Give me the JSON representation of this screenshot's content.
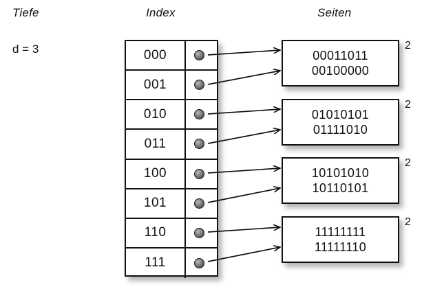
{
  "diagram": {
    "title_columns": {
      "depth": "Tiefe",
      "index": "Index",
      "pages": "Seiten"
    },
    "depth": {
      "label": "d = 3"
    },
    "index_table": {
      "rows": [
        {
          "key": "000",
          "pointer_icon": "pointer-dot-icon",
          "target_page": 0
        },
        {
          "key": "001",
          "pointer_icon": "pointer-dot-icon",
          "target_page": 0
        },
        {
          "key": "010",
          "pointer_icon": "pointer-dot-icon",
          "target_page": 1
        },
        {
          "key": "011",
          "pointer_icon": "pointer-dot-icon",
          "target_page": 1
        },
        {
          "key": "100",
          "pointer_icon": "pointer-dot-icon",
          "target_page": 2
        },
        {
          "key": "101",
          "pointer_icon": "pointer-dot-icon",
          "target_page": 2
        },
        {
          "key": "110",
          "pointer_icon": "pointer-dot-icon",
          "target_page": 3
        },
        {
          "key": "111",
          "pointer_icon": "pointer-dot-icon",
          "target_page": 3
        }
      ]
    },
    "pages": [
      {
        "lines": [
          "00011011",
          "00100000"
        ],
        "local_depth": "2"
      },
      {
        "lines": [
          "01010101",
          "01111010"
        ],
        "local_depth": "2"
      },
      {
        "lines": [
          "10101010",
          "10110101"
        ],
        "local_depth": "2"
      },
      {
        "lines": [
          "11111111",
          "11111110"
        ],
        "local_depth": "2"
      }
    ],
    "colors": {
      "background": "#ffffff",
      "stroke": "#111111",
      "pointer_dot": "#6e6e6e",
      "shadow": "rgba(0,0,0,0.30)"
    }
  }
}
